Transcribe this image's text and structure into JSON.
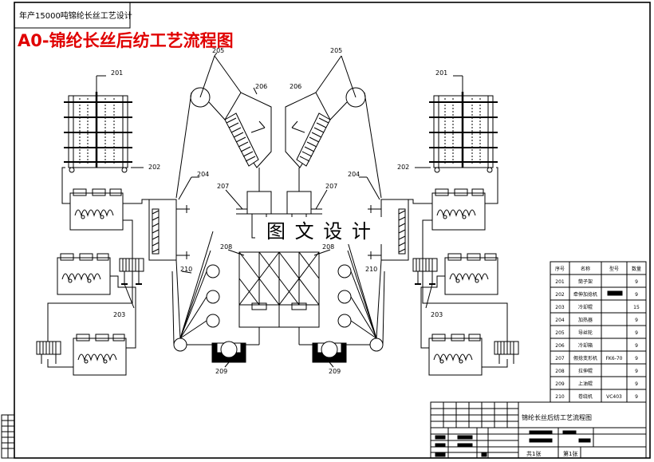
{
  "header_box": "年产15000吨锦纶长丝工艺设计",
  "title": "A0-锦纶长丝后纺工艺流程图",
  "watermark": "图 文 设 计",
  "labels": {
    "l201": "201",
    "r201": "201",
    "l202": "202",
    "r202": "202",
    "l203": "203",
    "r203": "203",
    "l204": "204",
    "r204": "204",
    "l205": "205",
    "r205": "205",
    "l206": "206",
    "r206": "206",
    "l207": "207",
    "r207": "207",
    "l208": "208",
    "r208": "208",
    "l209": "209",
    "r209": "209",
    "l210": "210",
    "r210": "210"
  },
  "parts_table": {
    "headers": [
      "序号",
      "名称",
      "型号",
      "数量"
    ],
    "rows": [
      [
        "201",
        "筒子架",
        "",
        "9"
      ],
      [
        "202",
        "牵伸加捻机",
        "",
        "9"
      ],
      [
        "203",
        "冷却辊",
        "",
        "15"
      ],
      [
        "204",
        "加热器",
        "",
        "9"
      ],
      [
        "205",
        "导丝轮",
        "",
        "9"
      ],
      [
        "206",
        "冷却箱",
        "",
        "9"
      ],
      [
        "207",
        "假捻变形机",
        "FK6-70",
        "9"
      ],
      [
        "208",
        "拉伸辊",
        "",
        "9"
      ],
      [
        "209",
        "上油辊",
        "",
        "9"
      ],
      [
        "210",
        "卷绕机",
        "VC403",
        "9"
      ]
    ]
  },
  "title_block": {
    "drawing_name": "锦纶长丝后纺工艺流程图",
    "sheets_total": "共1张",
    "sheet_no": "第1张"
  }
}
